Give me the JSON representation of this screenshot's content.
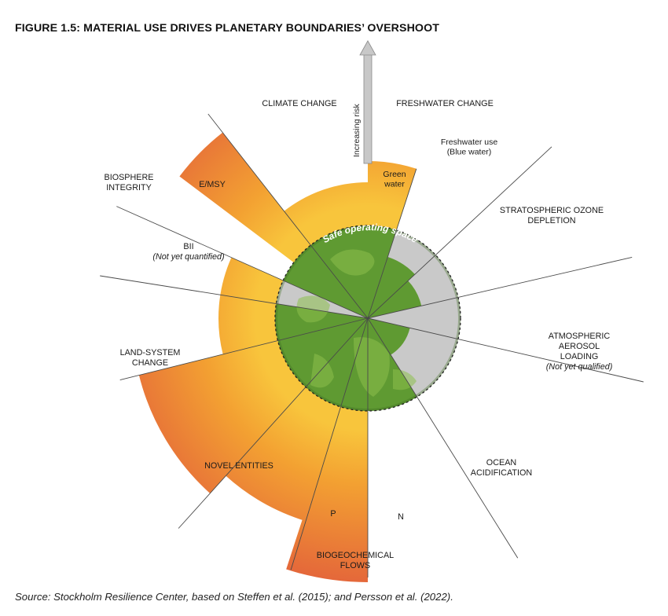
{
  "title": "FIGURE 1.5: MATERIAL USE DRIVES PLANETARY BOUNDARIES’ OVERSHOOT",
  "source": "Source: Stockholm Resilience Center, based on Steffen et al. (2015); and Persson et al. (2022).",
  "arrow_label": "Increasing risk",
  "safe_label": "Safe operating space",
  "colors": {
    "zone_light": "#f8c53c",
    "zone_mid": "#f3a132",
    "zone_high": "#e4663a",
    "safe_green": "#5f9a32",
    "safe_green_light": "#8cc04d",
    "land_grey": "#c9c9c9",
    "axis_line": "#4a4a4a"
  },
  "boundaries": [
    {
      "id": "climate",
      "lines": [
        "CLIMATE CHANGE"
      ]
    },
    {
      "id": "freshwater",
      "lines": [
        "FRESHWATER CHANGE"
      ]
    },
    {
      "id": "freshwater-use",
      "lines": [
        "Freshwater use",
        "(Blue water)"
      ]
    },
    {
      "id": "green-water",
      "lines": [
        "Green",
        "water"
      ]
    },
    {
      "id": "ozone",
      "lines": [
        "STRATOSPHERIC OZONE",
        "DEPLETION"
      ]
    },
    {
      "id": "aerosol",
      "lines": [
        "ATMOSPHERIC",
        "AEROSOL",
        "LOADING"
      ],
      "note": "(Not yet qualified)"
    },
    {
      "id": "ocean",
      "lines": [
        "OCEAN",
        "ACIDIFICATION"
      ]
    },
    {
      "id": "biogeochemical",
      "lines": [
        "BIOGEOCHEMICAL",
        "FLOWS"
      ]
    },
    {
      "id": "n",
      "lines": [
        "N"
      ]
    },
    {
      "id": "p",
      "lines": [
        "P"
      ]
    },
    {
      "id": "novel",
      "lines": [
        "NOVEL ENTITIES"
      ]
    },
    {
      "id": "land",
      "lines": [
        "LAND-SYSTEM",
        "CHANGE"
      ]
    },
    {
      "id": "bii",
      "lines": [
        "BII"
      ],
      "note": "(Not yet quantified)"
    },
    {
      "id": "biosphere",
      "lines": [
        "BIOSPHERE",
        "INTEGRITY"
      ]
    },
    {
      "id": "emsy",
      "lines": [
        "E/MSY"
      ]
    }
  ]
}
